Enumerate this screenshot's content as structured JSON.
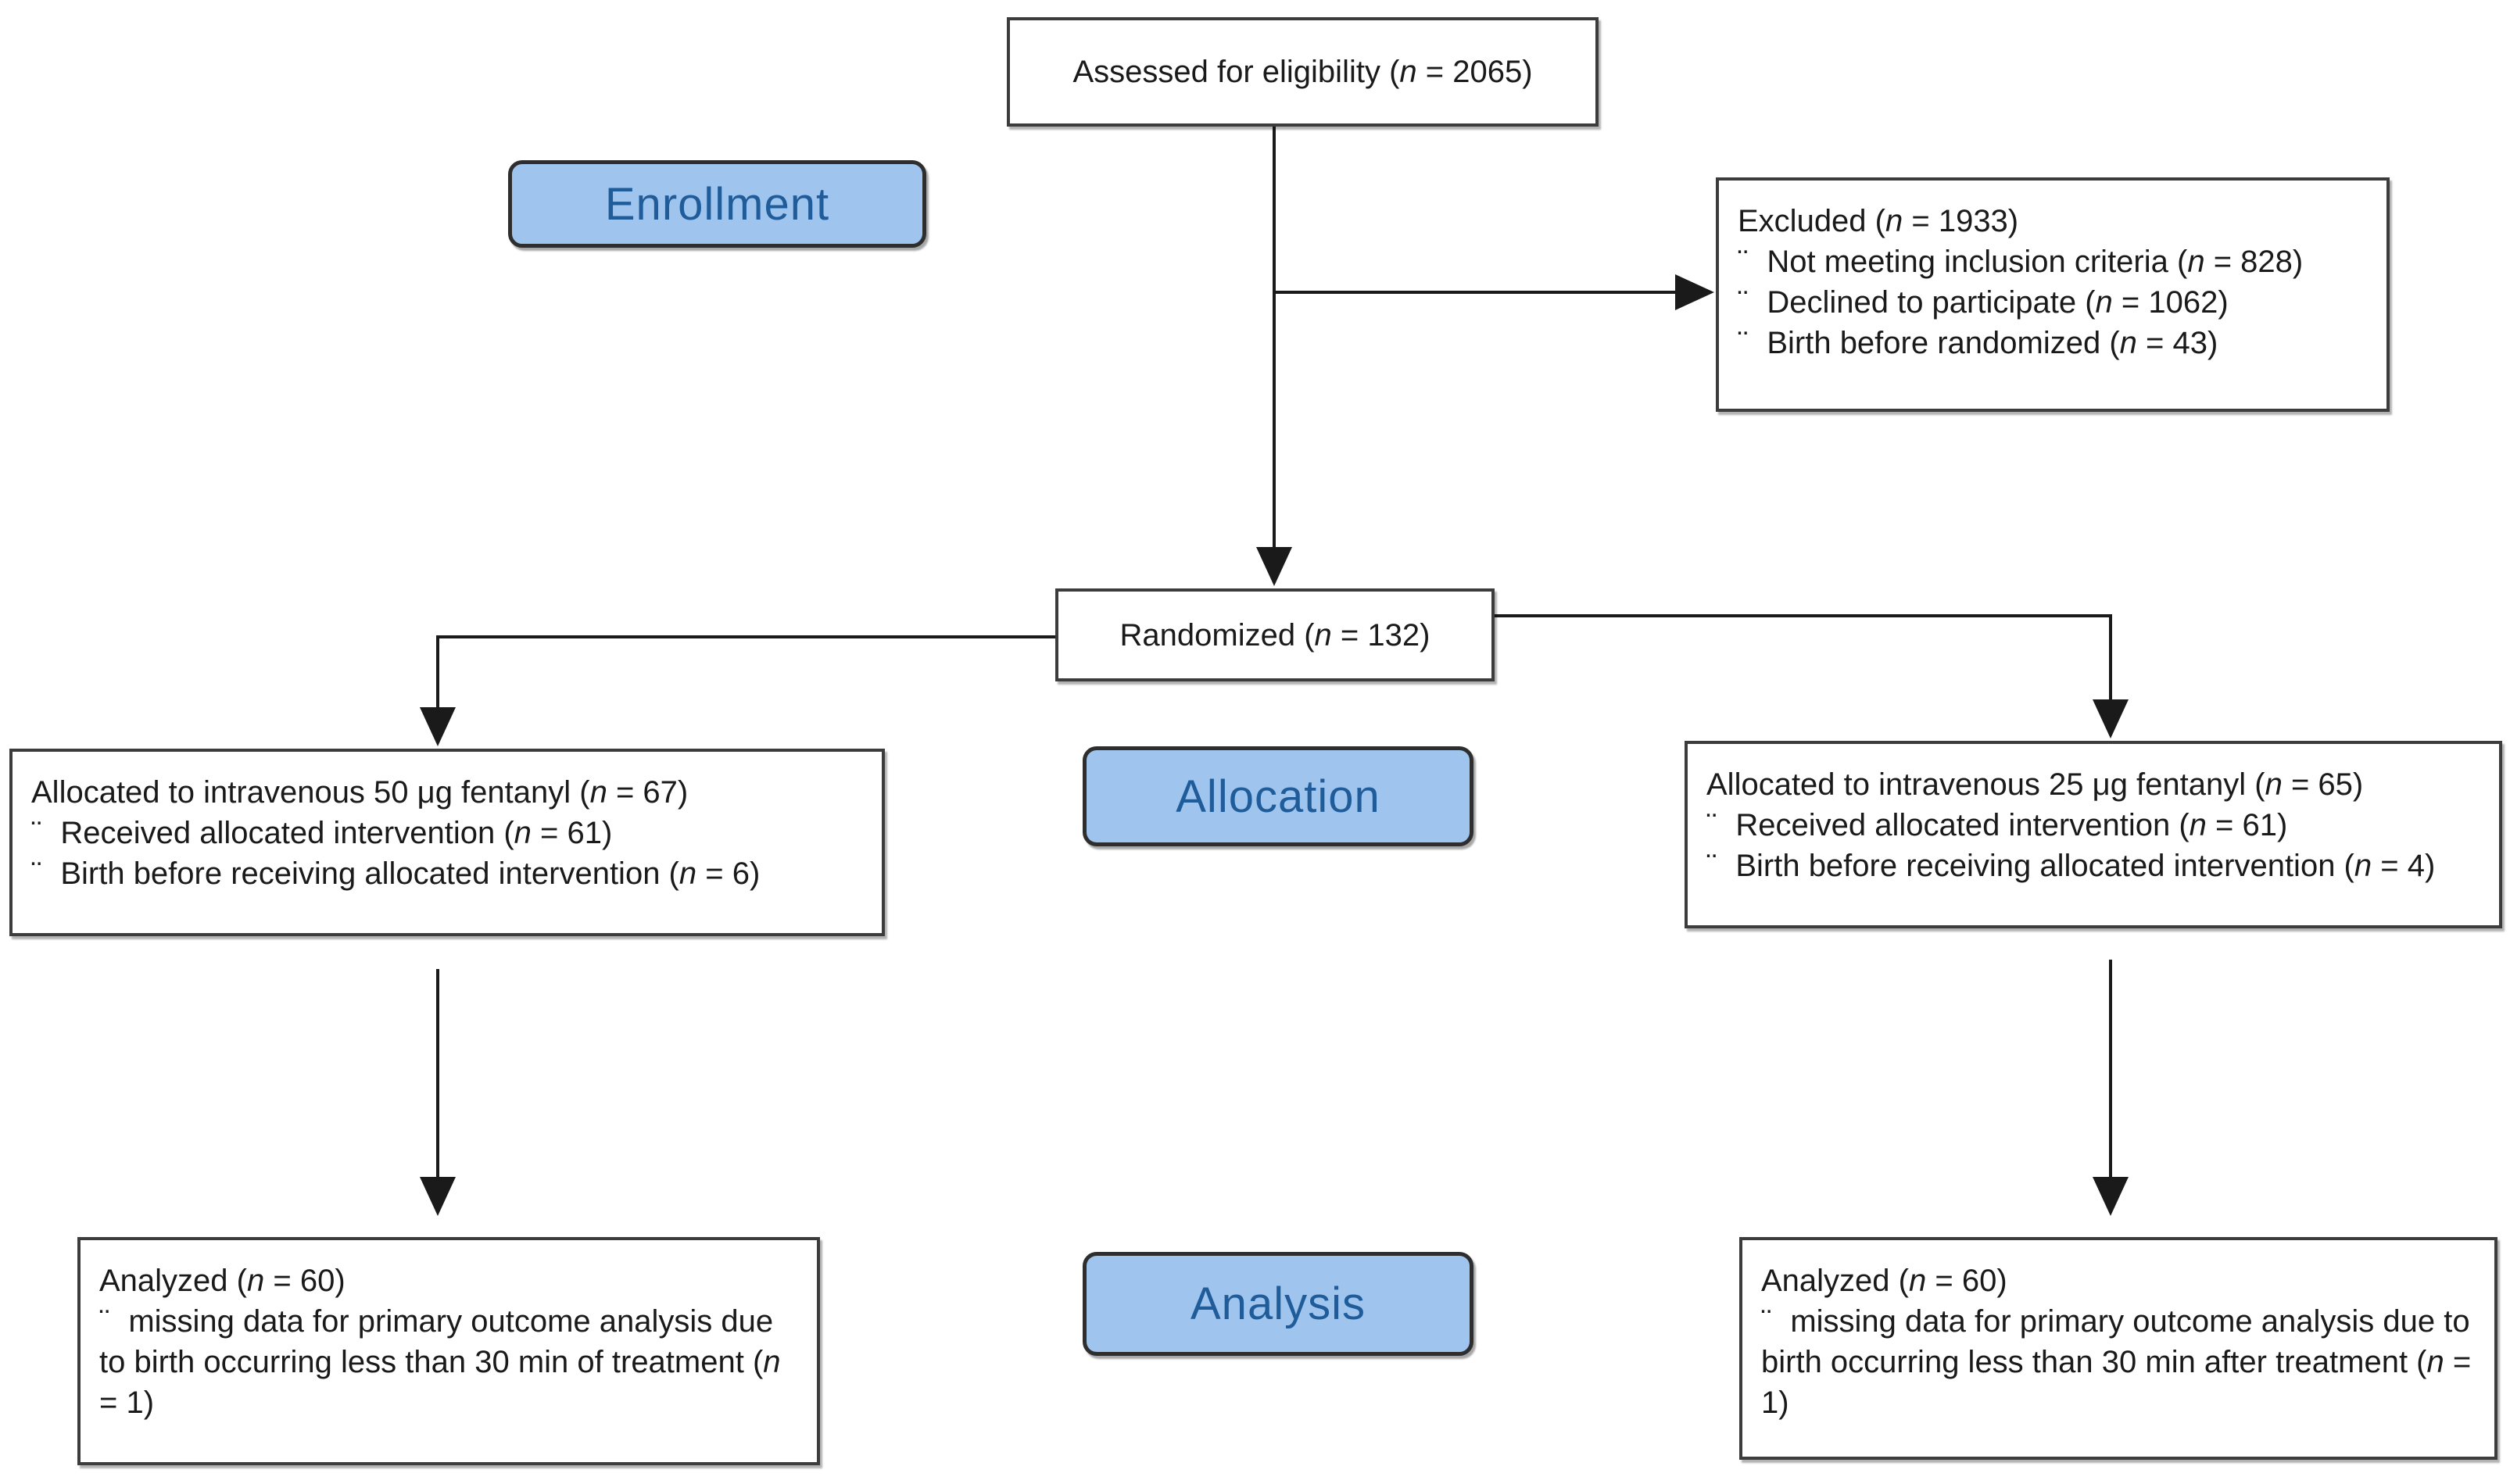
{
  "diagram": {
    "bullet_glyph": "¨",
    "colors": {
      "background": "#ffffff",
      "stage_fill": "#9FC5EF",
      "stage_text": "#1F5C99",
      "box_border": "#3c3c3c",
      "arrow": "#1a1a1a"
    },
    "stage_labels": {
      "enrollment": "Enrollment",
      "allocation": "Allocation",
      "analysis": "Analysis"
    },
    "boxes": {
      "assessed": {
        "text": "Assessed for eligibility (n = 2065)"
      },
      "excluded": {
        "title": "Excluded (n = 1933)",
        "bullets": [
          "Not meeting inclusion criteria (n = 828)",
          "Declined to participate (n = 1062)",
          "Birth before randomized (n = 43)"
        ]
      },
      "randomized": {
        "text": "Randomized (n = 132)"
      },
      "allocated_left": {
        "title": "Allocated to intravenous 50 μg fentanyl (n = 67)",
        "bullets": [
          "Received allocated intervention (n = 61)",
          "Birth before receiving allocated intervention (n = 6)"
        ]
      },
      "allocated_right": {
        "title": "Allocated to intravenous 25 μg fentanyl (n = 65)",
        "bullets": [
          "Received allocated intervention (n = 61)",
          "Birth before receiving allocated intervention (n = 4)"
        ]
      },
      "analyzed_left": {
        "title": "Analyzed (n = 60)",
        "bullets": [
          "missing data for primary outcome analysis due to birth occurring less than 30 min of treatment (n = 1)"
        ]
      },
      "analyzed_right": {
        "title": "Analyzed (n = 60)",
        "bullets": [
          "missing data for primary outcome analysis due to birth occurring less than 30 min after treatment (n = 1)"
        ]
      }
    }
  }
}
